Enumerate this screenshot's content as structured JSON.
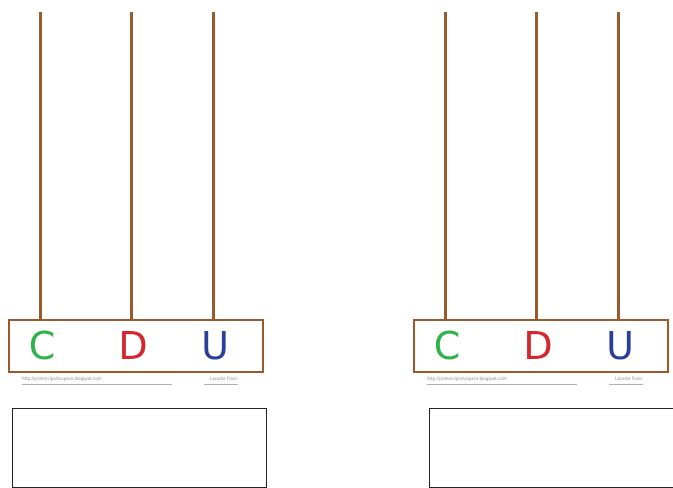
{
  "colors": {
    "rod": "#9a5a2c",
    "base_border": "#9a5a2c",
    "c_letter": "#2fb24a",
    "d_letter": "#d6252b",
    "u_letter": "#2b3f9a",
    "answer_box_border": "#222222"
  },
  "abacuses": [
    {
      "letters": {
        "c": "C",
        "d": "D",
        "u": "U"
      },
      "caption_url": "http://primerciportuspace.blogspot.com",
      "caption_author": "Lacoste Franc"
    },
    {
      "letters": {
        "c": "C",
        "d": "D",
        "u": "U"
      },
      "caption_url": "http://primerciportuspace.blogspot.com",
      "caption_author": "Lacoste Franc"
    }
  ]
}
